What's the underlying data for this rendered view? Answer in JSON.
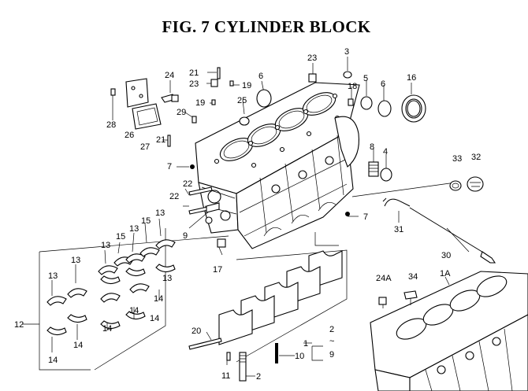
{
  "title": "FIG. 7  CYLINDER BLOCK",
  "labels": {
    "l23a": "23",
    "l3": "3",
    "l6a": "6",
    "l16": "16",
    "l24": "24",
    "l21a": "21",
    "l23b": "23",
    "l19a": "19",
    "l18": "18",
    "l5": "5",
    "l6b": "6",
    "l25": "25",
    "l19b": "19",
    "l29": "29",
    "l28": "28",
    "l26": "26",
    "l27": "27",
    "l21b": "21",
    "l8": "8",
    "l4": "4",
    "l33": "33",
    "l32": "32",
    "l7a": "7",
    "l22a": "22",
    "l22b": "22",
    "l7b": "7",
    "l13a": "13",
    "l15a": "15",
    "l13b": "13",
    "l15b": "15",
    "l13c": "13",
    "l13d": "13",
    "l9": "9",
    "l31": "31",
    "l13e": "13",
    "l13f": "13",
    "l17": "17",
    "l30": "30",
    "l24A": "24A",
    "l34": "34",
    "l1A": "1A",
    "l14a": "14",
    "l14b": "14",
    "l14c": "14",
    "l14d": "14",
    "l12": "12",
    "l14e": "14",
    "l14f": "14",
    "l14g": "14",
    "l20": "20",
    "l2a": "2",
    "l1": "1",
    "l10": "10",
    "l9b": "9",
    "l11": "11",
    "l2b": "2",
    "tilde": "~"
  }
}
